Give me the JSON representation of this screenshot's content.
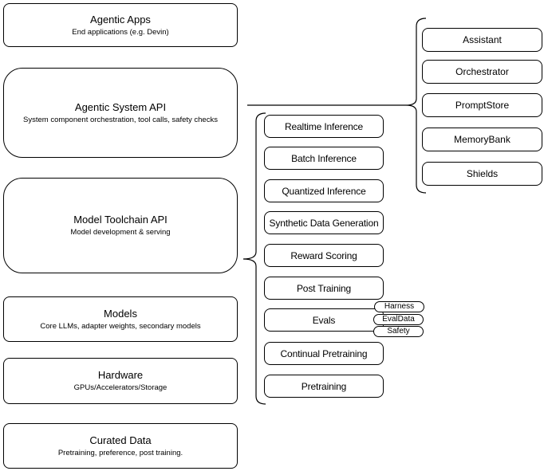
{
  "diagram": {
    "left_column": {
      "boxes": [
        {
          "title": "Agentic Apps",
          "subtitle": "End applications (e.g. Devin)"
        },
        {
          "title": "Agentic System API",
          "subtitle": "System component orchestration, tool calls, safety checks"
        },
        {
          "title": "Model Toolchain API",
          "subtitle": "Model development & serving"
        },
        {
          "title": "Models",
          "subtitle": "Core LLMs, adapter weights, secondary models"
        },
        {
          "title": "Hardware",
          "subtitle": "GPUs/Accelerators/Storage"
        },
        {
          "title": "Curated Data",
          "subtitle": "Pretraining, preference, post training."
        }
      ]
    },
    "toolchain_group": {
      "items": [
        "Realtime Inference",
        "Batch Inference",
        "Quantized Inference",
        "Synthetic Data Generation",
        "Reward Scoring",
        "Post Training",
        "Evals",
        "Continual Pretraining",
        "Pretraining"
      ]
    },
    "evals_tags": [
      "Harness",
      "EvalData",
      "Safety"
    ],
    "system_group": {
      "items": [
        "Assistant",
        "Orchestrator",
        "PromptStore",
        "MemoryBank",
        "Shields"
      ]
    },
    "colors": {
      "stroke": "#000000",
      "fill": "#ffffff",
      "text": "#000000"
    }
  }
}
